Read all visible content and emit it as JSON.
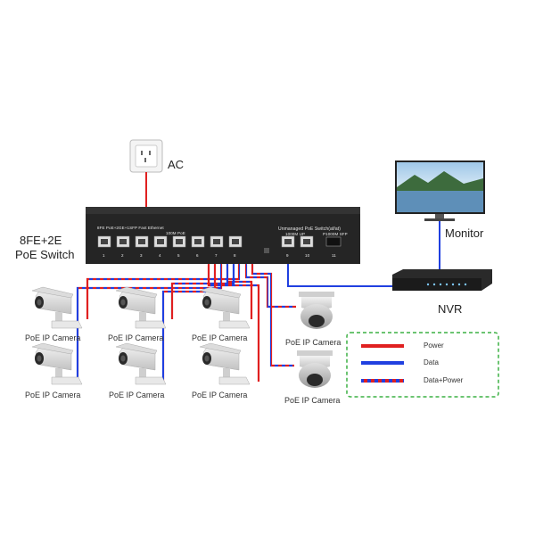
{
  "ac_label": "AC",
  "switch_label_line1": "8FE+2E",
  "switch_label_line2": "PoE Switch",
  "monitor_label": "Monitor",
  "nvr_label": "NVR",
  "switch_text_left": "8FE PoE+2GE+1SFP Fast Ethernet",
  "switch_text_right": "Unmanaged PoE Switch(af/at)",
  "switch_poe_text": "100M PoE",
  "switch_uplink_text": "1000M UP",
  "switch_sfp_text": "P1000M SFP",
  "port_numbers": [
    "1",
    "2",
    "3",
    "4",
    "5",
    "6",
    "7",
    "8",
    "9",
    "10",
    "11"
  ],
  "camera_label": "PoE IP Camera",
  "legend": {
    "items": [
      {
        "label": "Power",
        "color": "#e02020"
      },
      {
        "label": "Data",
        "color": "#2040e0"
      },
      {
        "label": "Data+Power",
        "color": "mixed"
      }
    ],
    "border_color": "#3cb043"
  },
  "colors": {
    "power": "#e02020",
    "data": "#2040e0",
    "switch_body": "#1f1f1f"
  }
}
